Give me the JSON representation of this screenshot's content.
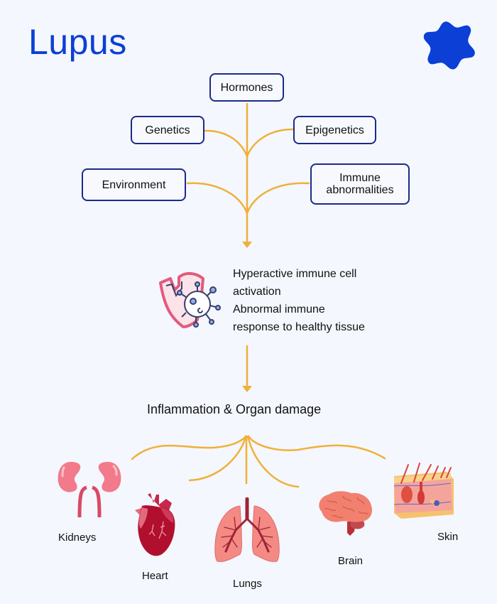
{
  "title": "Lupus",
  "logo_icon": "blue-star-blob-icon",
  "colors": {
    "title": "#0b3fd6",
    "logo": "#0b3fd6",
    "box_border": "#1c2a8a",
    "connector": "#f0b03a",
    "background": "#f4f7fd"
  },
  "factors": [
    {
      "id": "hormones",
      "label": "Hormones"
    },
    {
      "id": "genetics",
      "label": "Genetics"
    },
    {
      "id": "epigenetics",
      "label": "Epigenetics"
    },
    {
      "id": "environment",
      "label": "Environment"
    },
    {
      "id": "immune-abnormalities",
      "label_line1": "Immune",
      "label_line2": "abnormalities"
    }
  ],
  "mechanism": {
    "icon": "broken-shield-virus-icon",
    "lines": [
      "Hyperactive immune cell",
      "activation",
      "Abnormal immune",
      "response to healthy tissue"
    ]
  },
  "outcome": "Inflammation & Organ damage",
  "organs": [
    {
      "id": "kidneys",
      "label": "Kidneys",
      "icon": "kidneys-icon"
    },
    {
      "id": "heart",
      "label": "Heart",
      "icon": "heart-icon"
    },
    {
      "id": "lungs",
      "label": "Lungs",
      "icon": "lungs-icon"
    },
    {
      "id": "brain",
      "label": "Brain",
      "icon": "brain-icon"
    },
    {
      "id": "skin",
      "label": "Skin",
      "icon": "skin-icon"
    }
  ]
}
